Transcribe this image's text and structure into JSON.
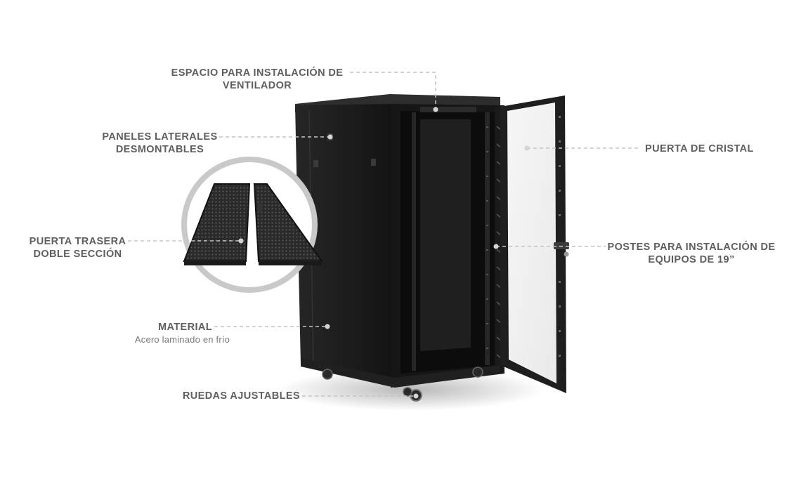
{
  "labels": {
    "fan_space": {
      "line1": "ESPACIO PARA INSTALACIÓN DE",
      "line2": "VENTILADOR"
    },
    "side_panels": {
      "line1": "PANELES LATERALES",
      "line2": "DESMONTABLES"
    },
    "rear_door": {
      "line1": "PUERTA TRASERA",
      "line2": "DOBLE SECCIÓN"
    },
    "material": {
      "line1": "MATERIAL",
      "line2": "Acero laminado en frío"
    },
    "wheels": {
      "line1": "RUEDAS AJUSTABLES"
    },
    "glass_door": {
      "line1": "PUERTA DE CRISTAL"
    },
    "posts": {
      "line1": "POSTES PARA INSTALACIÓN DE",
      "line2": "EQUIPOS DE 19”"
    }
  },
  "colors": {
    "label_text": "#5f5f5f",
    "leader_line": "#c4c4c4",
    "cabinet": "#1c1c1c",
    "circle_ring": "#c9c9c9"
  }
}
